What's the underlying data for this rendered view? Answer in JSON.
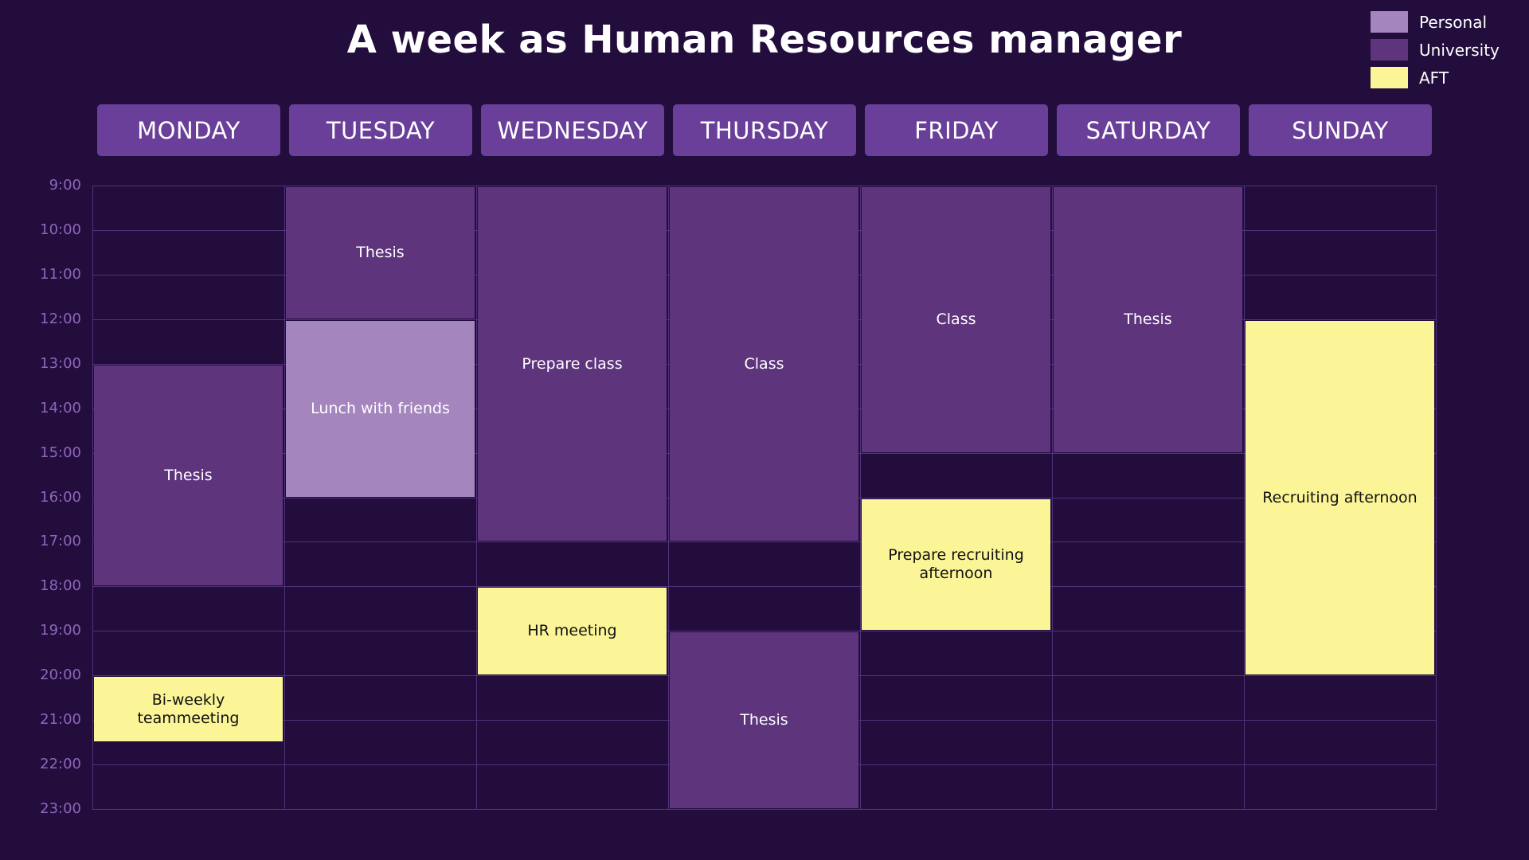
{
  "title": "A week as Human Resources manager",
  "legend": [
    {
      "label": "Personal",
      "category": "personal",
      "color": "#a585bd"
    },
    {
      "label": "University",
      "category": "university",
      "color": "#5e347d"
    },
    {
      "label": "AFT",
      "category": "aft",
      "color": "#fbf597"
    }
  ],
  "days": [
    "MONDAY",
    "TUESDAY",
    "WEDNESDAY",
    "THURSDAY",
    "FRIDAY",
    "SATURDAY",
    "SUNDAY"
  ],
  "hours": [
    "9:00",
    "10:00",
    "11:00",
    "12:00",
    "13:00",
    "14:00",
    "15:00",
    "16:00",
    "17:00",
    "18:00",
    "19:00",
    "20:00",
    "21:00",
    "22:00",
    "23:00"
  ],
  "events": [
    {
      "day": 0,
      "start": 13,
      "end": 18,
      "label": "Thesis",
      "category": "university"
    },
    {
      "day": 0,
      "start": 20,
      "end": 21.5,
      "label": "Bi-weekly teammeeting",
      "category": "aft"
    },
    {
      "day": 1,
      "start": 9,
      "end": 12,
      "label": "Thesis",
      "category": "university"
    },
    {
      "day": 1,
      "start": 12,
      "end": 16,
      "label": "Lunch with friends",
      "category": "personal"
    },
    {
      "day": 2,
      "start": 9,
      "end": 17,
      "label": "Prepare class",
      "category": "university"
    },
    {
      "day": 2,
      "start": 18,
      "end": 20,
      "label": "HR meeting",
      "category": "aft"
    },
    {
      "day": 3,
      "start": 9,
      "end": 17,
      "label": "Class",
      "category": "university"
    },
    {
      "day": 3,
      "start": 19,
      "end": 23,
      "label": "Thesis",
      "category": "university"
    },
    {
      "day": 4,
      "start": 9,
      "end": 15,
      "label": "Class",
      "category": "university"
    },
    {
      "day": 4,
      "start": 16,
      "end": 19,
      "label": "Prepare recruiting afternoon",
      "category": "aft"
    },
    {
      "day": 5,
      "start": 9,
      "end": 15,
      "label": "Thesis",
      "category": "university"
    },
    {
      "day": 6,
      "start": 12,
      "end": 20,
      "label": "Recruiting afternoon",
      "category": "aft"
    }
  ]
}
